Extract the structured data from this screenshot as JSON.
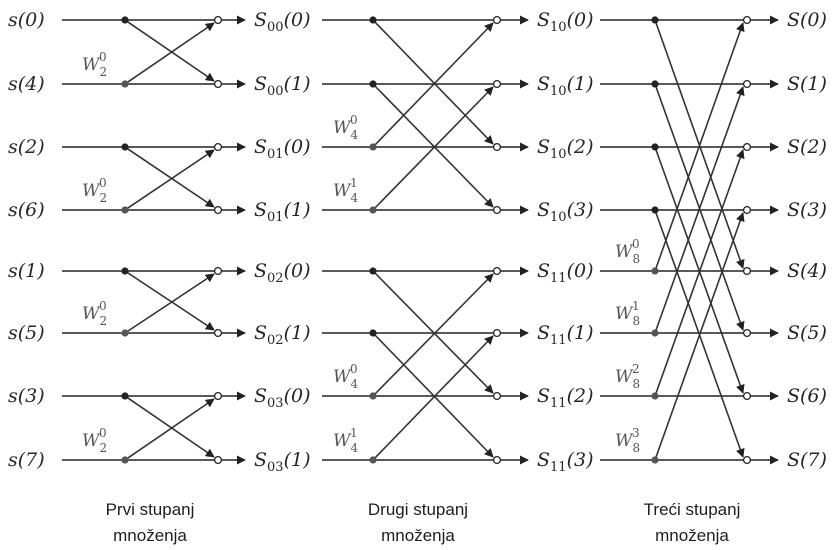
{
  "inputs": [
    "s(0)",
    "s(4)",
    "s(2)",
    "s(6)",
    "s(1)",
    "s(5)",
    "s(3)",
    "s(7)"
  ],
  "stage1_outputs": [
    {
      "base": "S",
      "sub": "00",
      "arg": "(0)"
    },
    {
      "base": "S",
      "sub": "00",
      "arg": "(1)"
    },
    {
      "base": "S",
      "sub": "01",
      "arg": "(0)"
    },
    {
      "base": "S",
      "sub": "01",
      "arg": "(1)"
    },
    {
      "base": "S",
      "sub": "02",
      "arg": "(0)"
    },
    {
      "base": "S",
      "sub": "02",
      "arg": "(1)"
    },
    {
      "base": "S",
      "sub": "03",
      "arg": "(0)"
    },
    {
      "base": "S",
      "sub": "03",
      "arg": "(1)"
    }
  ],
  "stage2_outputs": [
    {
      "base": "S",
      "sub": "10",
      "arg": "(0)"
    },
    {
      "base": "S",
      "sub": "10",
      "arg": "(1)"
    },
    {
      "base": "S",
      "sub": "10",
      "arg": "(2)"
    },
    {
      "base": "S",
      "sub": "10",
      "arg": "(3)"
    },
    {
      "base": "S",
      "sub": "11",
      "arg": "(0)"
    },
    {
      "base": "S",
      "sub": "11",
      "arg": "(1)"
    },
    {
      "base": "S",
      "sub": "11",
      "arg": "(2)"
    },
    {
      "base": "S",
      "sub": "11",
      "arg": "(3)"
    }
  ],
  "final_outputs": [
    "S(0)",
    "S(1)",
    "S(2)",
    "S(3)",
    "S(4)",
    "S(5)",
    "S(6)",
    "S(7)"
  ],
  "twiddles": {
    "stage1": [
      {
        "row": 1,
        "base": "W",
        "sub": "2",
        "sup": "0"
      },
      {
        "row": 3,
        "base": "W",
        "sub": "2",
        "sup": "0"
      },
      {
        "row": 5,
        "base": "W",
        "sub": "2",
        "sup": "0"
      },
      {
        "row": 7,
        "base": "W",
        "sub": "2",
        "sup": "0"
      }
    ],
    "stage2": [
      {
        "row": 2,
        "base": "W",
        "sub": "4",
        "sup": "0"
      },
      {
        "row": 3,
        "base": "W",
        "sub": "4",
        "sup": "1"
      },
      {
        "row": 6,
        "base": "W",
        "sub": "4",
        "sup": "0"
      },
      {
        "row": 7,
        "base": "W",
        "sub": "4",
        "sup": "1"
      }
    ],
    "stage3": [
      {
        "row": 4,
        "base": "W",
        "sub": "8",
        "sup": "0"
      },
      {
        "row": 5,
        "base": "W",
        "sub": "8",
        "sup": "1"
      },
      {
        "row": 6,
        "base": "W",
        "sub": "8",
        "sup": "2"
      },
      {
        "row": 7,
        "base": "W",
        "sub": "8",
        "sup": "3"
      }
    ]
  },
  "captions": [
    {
      "line1": "Prvi stupanj",
      "line2": "množenja"
    },
    {
      "line1": "Drugi stupanj",
      "line2": "množenja"
    },
    {
      "line1": "Treći stupanj",
      "line2": "množenja"
    }
  ]
}
